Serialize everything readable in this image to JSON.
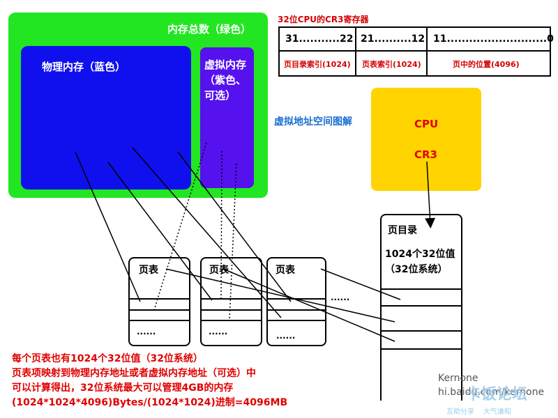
{
  "memory": {
    "total_label": "内存总数（绿色）",
    "physical_label": "物理内存（蓝色）",
    "virtual_label_lines": [
      "虚拟内存",
      "（紫色、",
      "可选）"
    ]
  },
  "register": {
    "title": "32位CPU的CR3寄存器",
    "bits": [
      "31...........22",
      "21..........12",
      "11...........................0"
    ],
    "fields": [
      "页目录索引(1024)",
      "页表索引(1024)",
      "页中的位置(4096)"
    ]
  },
  "diagram_title": "虚拟地址空间图解",
  "cpu": {
    "cpu_label": "CPU",
    "cr3_label": "CR3"
  },
  "page_tables": [
    {
      "label": "页表",
      "dots": "......"
    },
    {
      "label": "页表",
      "dots": "......"
    },
    {
      "label": "页表",
      "dots": "......"
    }
  ],
  "between_dots": "......",
  "page_directory": {
    "title": "页目录",
    "desc_line1": "1024个32位值",
    "desc_line2": "（32位系统）"
  },
  "notes": [
    "每个页表也有1024个32位值（32位系统）",
    "页表项映射到物理内存地址或者虚拟内存地址（可选）中",
    "可以计算得出，32位系统最大可以管理4GB的内存",
    "(1024*1024*4096)Bytes/(1024*1024)进制=4096MB"
  ],
  "watermark": {
    "author": "Kernone",
    "url": "hi.baidu.com/kernone",
    "logo_text": "卡饭论坛",
    "slogan": "互助分享    大气谦和"
  },
  "colors": {
    "total": "#22e622",
    "physical": "#1010ee",
    "virtual": "#5511ee",
    "cpu": "#ffd400",
    "accent_red": "#e00000"
  }
}
